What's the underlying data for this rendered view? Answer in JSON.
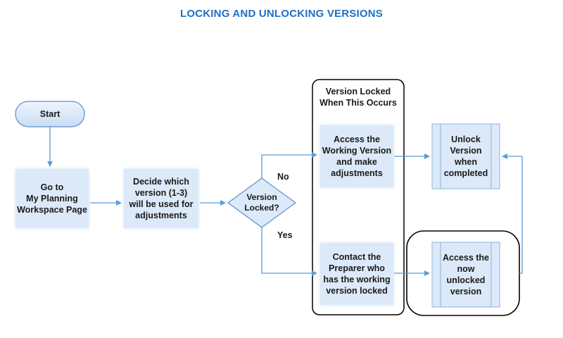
{
  "title": "LOCKING AND UNLOCKING VERSIONS",
  "nodes": {
    "start": "Start",
    "go_to_page": "Go to\nMy Planning\nWorkspace Page",
    "decide_version": "Decide which\nversion (1-3)\nwill be used for\nadjustments",
    "decision": "Version\nLocked?",
    "lock_note": "Version Locked\nWhen This Occurs",
    "access_working": "Access the\nWorking Version\nand make\nadjustments",
    "contact_preparer": "Contact the\nPreparer who\nhas the working\nversion locked",
    "unlock_version": "Unlock\nVersion\nwhen\ncompleted",
    "access_unlocked": "Access the\nnow\nunlocked\nversion"
  },
  "edges": {
    "no": "No",
    "yes": "Yes"
  },
  "colors": {
    "title": "#1f70c1",
    "arrow": "#5b9bd5",
    "shade": "#dce9f8",
    "outline": "#000000"
  }
}
